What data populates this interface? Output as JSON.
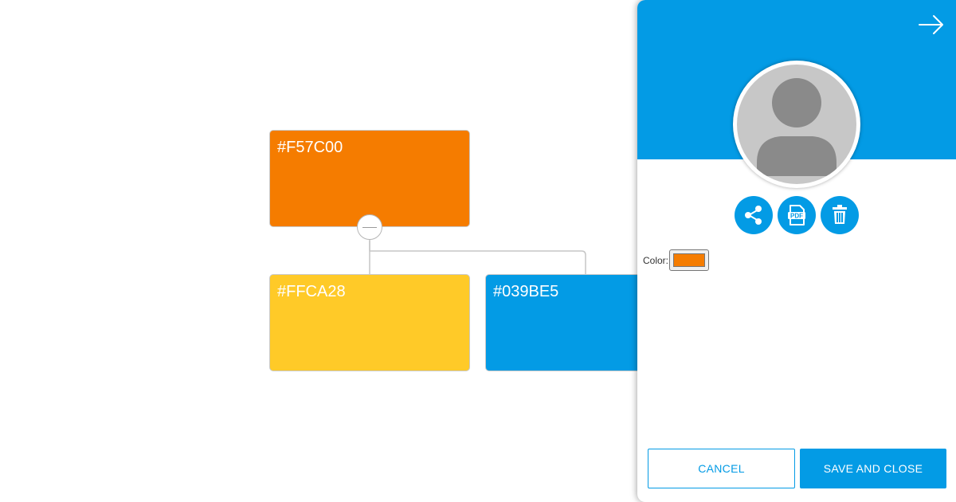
{
  "chart": {
    "nodes": [
      {
        "id": "root",
        "label": "#F57C00",
        "color": "#F57C00"
      },
      {
        "id": "left",
        "label": "#FFCA28",
        "color": "#FFCA28"
      },
      {
        "id": "right",
        "label": "#039BE5",
        "color": "#039BE5"
      }
    ],
    "collapse_icon": "minus-icon",
    "link_color": "#c6c6c6"
  },
  "panel": {
    "header_color": "#039BE5",
    "close_icon": "arrow-right-icon",
    "avatar_icon": "user-silhouette-icon",
    "actions": [
      {
        "name": "share",
        "icon": "share-icon"
      },
      {
        "name": "pdf",
        "icon": "pdf-icon",
        "icon_text": "PDF"
      },
      {
        "name": "delete",
        "icon": "trash-icon"
      }
    ],
    "action_color": "#039BE5",
    "color_label": "Color:",
    "color_value": "#F57C00",
    "cancel_label": "CANCEL",
    "save_label": "SAVE AND CLOSE",
    "accent": "#039BE5"
  }
}
